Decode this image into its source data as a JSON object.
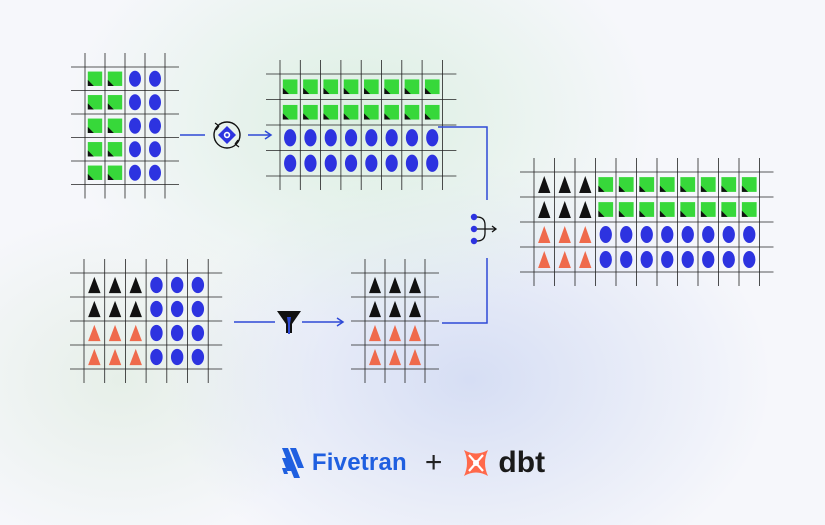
{
  "colors": {
    "green": "#37d83a",
    "blue": "#2d33e0",
    "black": "#111111",
    "orange": "#ef6a4c",
    "connector": "#2e49d6",
    "grid": "#222222",
    "fivetran": "#1f5fe0",
    "dbt": "#ff694b"
  },
  "tables": [
    {
      "id": "source-a",
      "rows": [
        [
          "G",
          "G",
          "B",
          "B"
        ],
        [
          "G",
          "G",
          "B",
          "B"
        ],
        [
          "G",
          "G",
          "B",
          "B"
        ],
        [
          "G",
          "G",
          "B",
          "B"
        ],
        [
          "G",
          "G",
          "B",
          "B"
        ]
      ]
    },
    {
      "id": "source-a-transformed",
      "rows": [
        [
          "G",
          "G",
          "G",
          "G",
          "G",
          "G",
          "G",
          "G"
        ],
        [
          "G",
          "G",
          "G",
          "G",
          "G",
          "G",
          "G",
          "G"
        ],
        [
          "B",
          "B",
          "B",
          "B",
          "B",
          "B",
          "B",
          "B"
        ],
        [
          "B",
          "B",
          "B",
          "B",
          "B",
          "B",
          "B",
          "B"
        ]
      ]
    },
    {
      "id": "source-b",
      "rows": [
        [
          "K",
          "K",
          "K",
          "B",
          "B",
          "B"
        ],
        [
          "K",
          "K",
          "K",
          "B",
          "B",
          "B"
        ],
        [
          "O",
          "O",
          "O",
          "B",
          "B",
          "B"
        ],
        [
          "O",
          "O",
          "O",
          "B",
          "B",
          "B"
        ]
      ]
    },
    {
      "id": "source-b-filtered",
      "rows": [
        [
          "K",
          "K",
          "K"
        ],
        [
          "K",
          "K",
          "K"
        ],
        [
          "O",
          "O",
          "O"
        ],
        [
          "O",
          "O",
          "O"
        ]
      ]
    },
    {
      "id": "joined",
      "rows": [
        [
          "K",
          "K",
          "K",
          "G",
          "G",
          "G",
          "G",
          "G",
          "G",
          "G",
          "G"
        ],
        [
          "K",
          "K",
          "K",
          "G",
          "G",
          "G",
          "G",
          "G",
          "G",
          "G",
          "G"
        ],
        [
          "O",
          "O",
          "O",
          "B",
          "B",
          "B",
          "B",
          "B",
          "B",
          "B",
          "B"
        ],
        [
          "O",
          "O",
          "O",
          "B",
          "B",
          "B",
          "B",
          "B",
          "B",
          "B",
          "B"
        ]
      ]
    }
  ],
  "icons": {
    "transform": "rotate-sync-icon",
    "filter": "funnel-icon",
    "join": "merge-icon"
  },
  "footer": {
    "fivetran_label": "Fivetran",
    "plus": "+",
    "dbt_label": "dbt"
  }
}
